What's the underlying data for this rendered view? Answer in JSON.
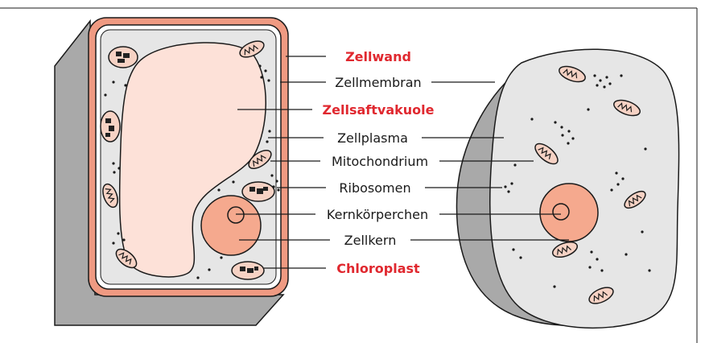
{
  "colors": {
    "emphasis_label": "#e0282f",
    "plain_label": "#1a1a1a",
    "cell_wall": "#ef9a82",
    "cytoplasm": "#e6e6e6",
    "vacuole": "#fde1d8",
    "nucleus": "#f5a98e",
    "shadow": "#a9a9a9",
    "organelle_fill": "#f6d2c4"
  },
  "labels": [
    {
      "id": "zellwand",
      "text": "Zellwand",
      "emphasis": true
    },
    {
      "id": "zellmembran",
      "text": "Zellmembran",
      "emphasis": false
    },
    {
      "id": "zellsaftvakuole",
      "text": "Zellsaftvakuole",
      "emphasis": true
    },
    {
      "id": "zellplasma",
      "text": "Zellplasma",
      "emphasis": false
    },
    {
      "id": "mitochondrium",
      "text": "Mitochondrium",
      "emphasis": false
    },
    {
      "id": "ribosomen",
      "text": "Ribosomen",
      "emphasis": false
    },
    {
      "id": "kernkoerperchen",
      "text": "Kernkörperchen",
      "emphasis": false
    },
    {
      "id": "zellkern",
      "text": "Zellkern",
      "emphasis": false
    },
    {
      "id": "chloroplast",
      "text": "Chloroplast",
      "emphasis": true
    }
  ]
}
